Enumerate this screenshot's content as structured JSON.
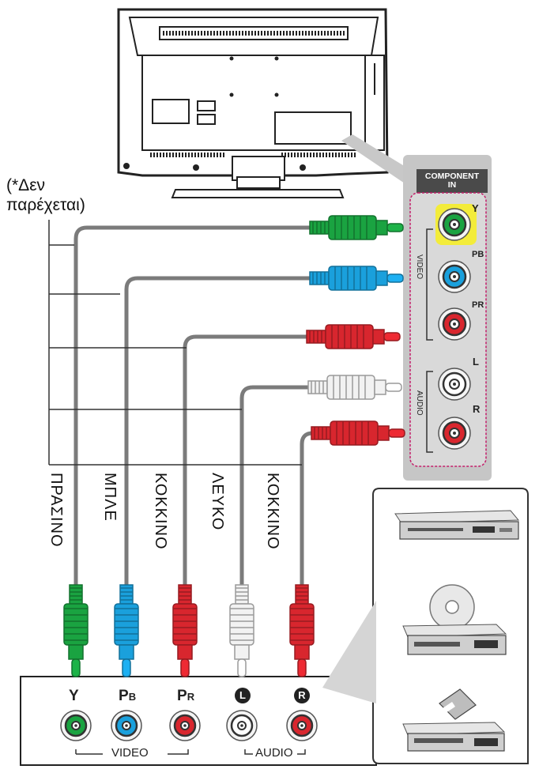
{
  "note": "(*Δεν\nπαρέχεται)",
  "tv_panel": {
    "title": "COMPONENT\nIN",
    "video_group": "VIDEO",
    "audio_group": "AUDIO",
    "ports": [
      "Y",
      "PB",
      "PR",
      "L",
      "R"
    ]
  },
  "cables": [
    {
      "label": "ΠΡΑΣΙΝΟ",
      "color": "#1aa341"
    },
    {
      "label": "ΜΠΛΕ",
      "color": "#1aa0dc"
    },
    {
      "label": "ΚΟΚΚΙΝΟ",
      "color": "#d8262e"
    },
    {
      "label": "ΛΕΥΚΟ",
      "color": "#f2f2f2"
    },
    {
      "label": "ΚΟΚΚΙΝΟ",
      "color": "#d8262e"
    }
  ],
  "source_panel": {
    "y": "Y",
    "pb_main": "P",
    "pb_sub": "B",
    "pr_main": "P",
    "pr_sub": "R",
    "l": "L",
    "r": "R",
    "video_group": "VIDEO",
    "audio_group": "AUDIO"
  },
  "devices": [
    "dvd-player-icon",
    "disc-player-icon",
    "vcr-icon"
  ]
}
